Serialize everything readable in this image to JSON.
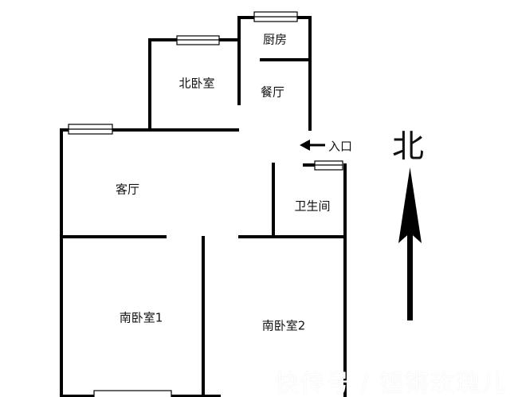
{
  "rooms": {
    "north_bedroom": "北卧室",
    "kitchen": "厨房",
    "dining": "餐厅",
    "living": "客厅",
    "bathroom": "卫生间",
    "south_bedroom_1": "南卧室1",
    "south_bedroom_2": "南卧室2"
  },
  "entrance": "入口",
  "north_label": "北",
  "watermark": "快传号 / 铿锵玫瑰儿",
  "colors": {
    "wall": "#000000",
    "background": "#ffffff"
  }
}
